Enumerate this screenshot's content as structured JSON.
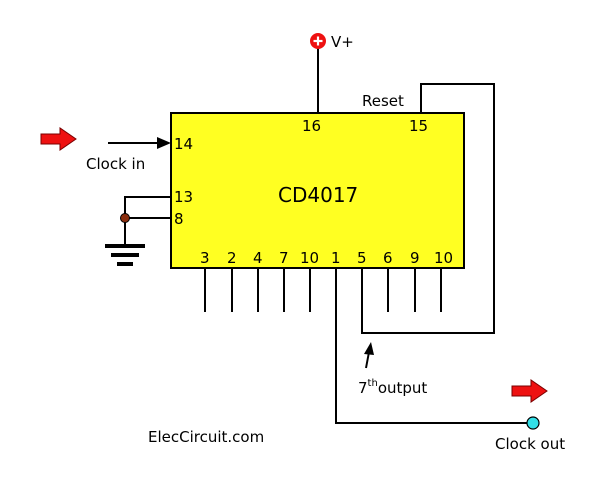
{
  "chip": {
    "name": "CD4017",
    "body_color": "#ffff22"
  },
  "pins": {
    "vdd": "16",
    "reset": "15",
    "clock": "14",
    "enable": "13",
    "vss": "8",
    "bottom": [
      "3",
      "2",
      "4",
      "7",
      "10",
      "1",
      "5",
      "6",
      "9",
      "10"
    ]
  },
  "labels": {
    "supply": "V+",
    "reset": "Reset",
    "clock_in": "Clock in",
    "output_sup": "th",
    "output_num": "7",
    "output_rest": "output",
    "clock_out": "Clock out",
    "brand": "ElecCircuit.com"
  },
  "colors": {
    "supply_symbol": "#ee1111",
    "signal_arrow": "#ee1111",
    "ground_dot": "#8b2f0f",
    "output_terminal": "#33e0e8"
  },
  "icons": {
    "supply": "plus-circle-icon",
    "input_arrow": "right-arrow-icon",
    "output_arrow": "right-arrow-icon",
    "ground": "ground-icon"
  }
}
